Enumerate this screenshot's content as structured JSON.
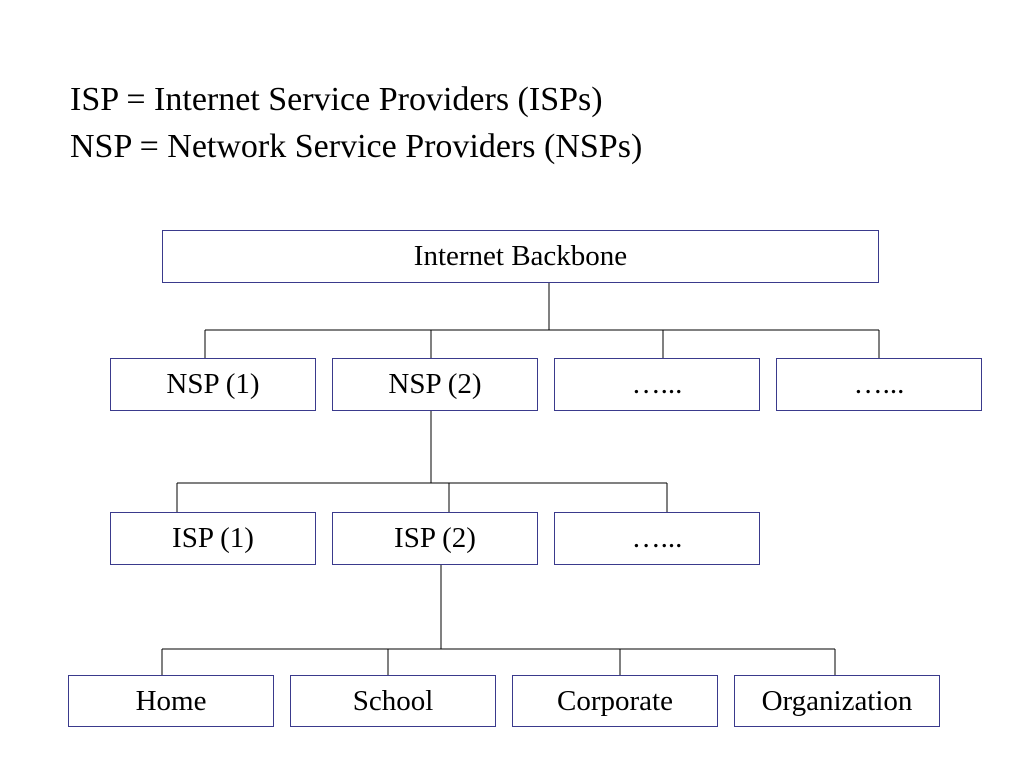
{
  "definitions": {
    "isp": "ISP = Internet Service Providers (ISPs)",
    "nsp": "NSP = Network Service Providers (NSPs)"
  },
  "hierarchy": {
    "root": "Internet Backbone",
    "nsp_level": [
      "NSP (1)",
      "NSP (2)",
      "…...",
      "…..."
    ],
    "isp_level": [
      "ISP (1)",
      "ISP (2)",
      "…..."
    ],
    "customer_level": [
      "Home",
      "School",
      "Corporate",
      "Organization"
    ]
  },
  "colors": {
    "box_border": "#3a3a8c",
    "connector": "#000000",
    "background": "#ffffff"
  }
}
